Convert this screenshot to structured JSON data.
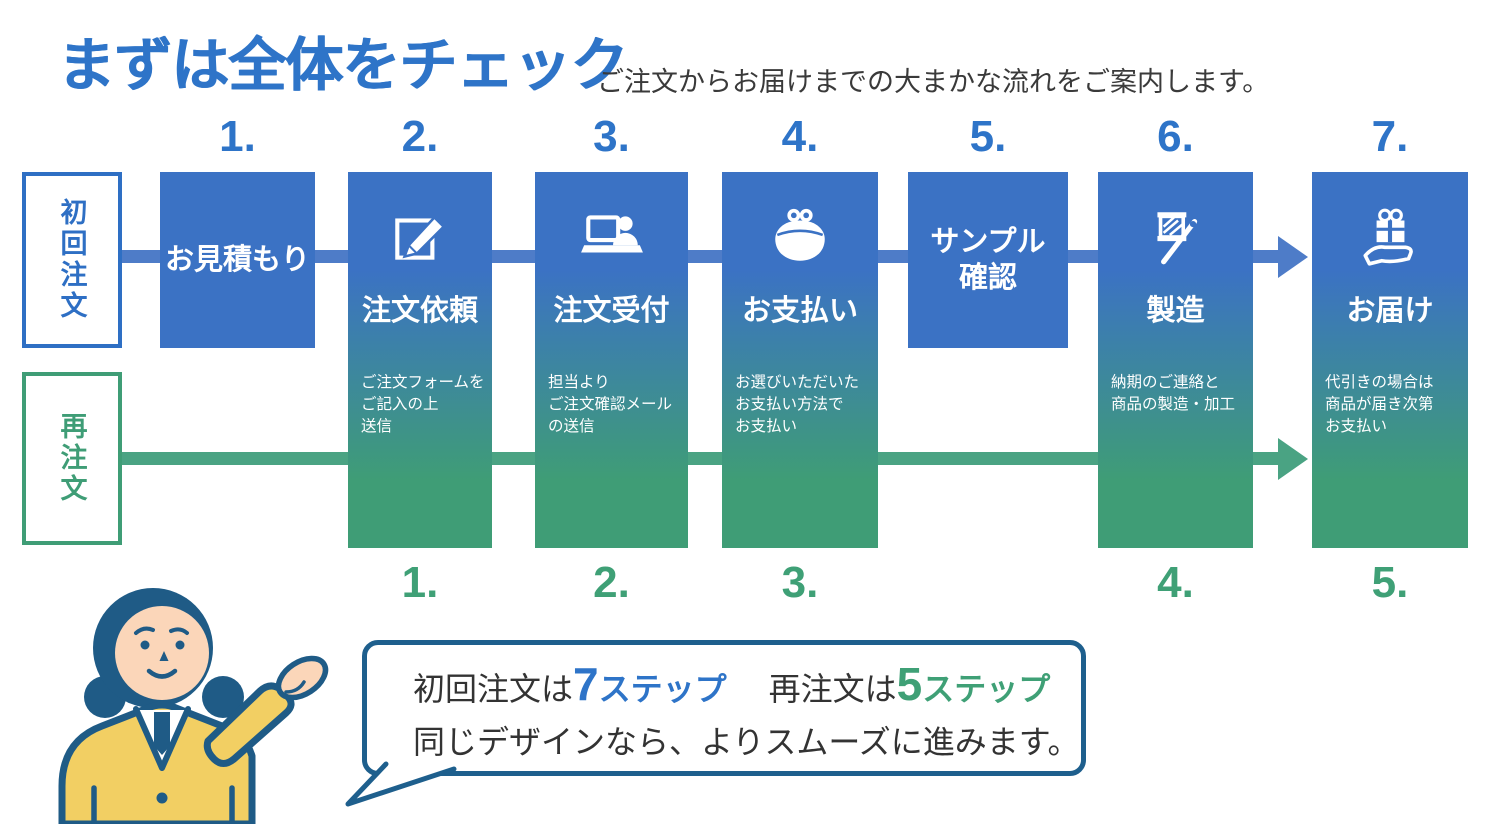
{
  "header": {
    "title": "まずは全体をチェック",
    "subtitle": "ご注文からお届けまでの大まかな流れをご案内します。"
  },
  "row_labels": {
    "first_order": "初回注文",
    "reorder": "再注文"
  },
  "steps": [
    {
      "top_num": "1.",
      "title": "お見積もり"
    },
    {
      "top_num": "2.",
      "title": "注文依頼",
      "icon": "edit-icon",
      "desc": "ご注文フォームを\nご記入の上\n送信",
      "bottom_num": "1."
    },
    {
      "top_num": "3.",
      "title": "注文受付",
      "icon": "operator-laptop-icon",
      "desc": "担当より\nご注文確認メール\nの送信",
      "bottom_num": "2."
    },
    {
      "top_num": "4.",
      "title": "お支払い",
      "icon": "purse-icon",
      "desc": "お選びいただいた\nお支払い方法で\nお支払い",
      "bottom_num": "3."
    },
    {
      "top_num": "5.",
      "title": "サンプル\n確認"
    },
    {
      "top_num": "6.",
      "title": "製造",
      "icon": "sewing-icon",
      "desc": "納期のご連絡と\n商品の製造・加工",
      "bottom_num": "4."
    },
    {
      "top_num": "7.",
      "title": "お届け",
      "icon": "gift-hand-icon",
      "desc": "代引きの場合は\n商品が届き次第\nお支払い",
      "bottom_num": "5."
    }
  ],
  "bubble": {
    "first_label": "初回注文は",
    "first_value": "7",
    "first_suffix": "ステップ",
    "second_label": "再注文は",
    "second_value": "5",
    "second_suffix": "ステップ",
    "line2": "同じデザインなら、よりスムーズに進みます。"
  },
  "colors": {
    "step_blue": "#3b72c4",
    "step_green": "#3f9d76",
    "accent_blue": "#2e74c8",
    "accent_green": "#3fa076",
    "connector_blue": "#4e7cc8",
    "connector_green": "#4aa383",
    "outline_navy": "#1e5f8d",
    "text_dark": "#3a3a3a"
  }
}
